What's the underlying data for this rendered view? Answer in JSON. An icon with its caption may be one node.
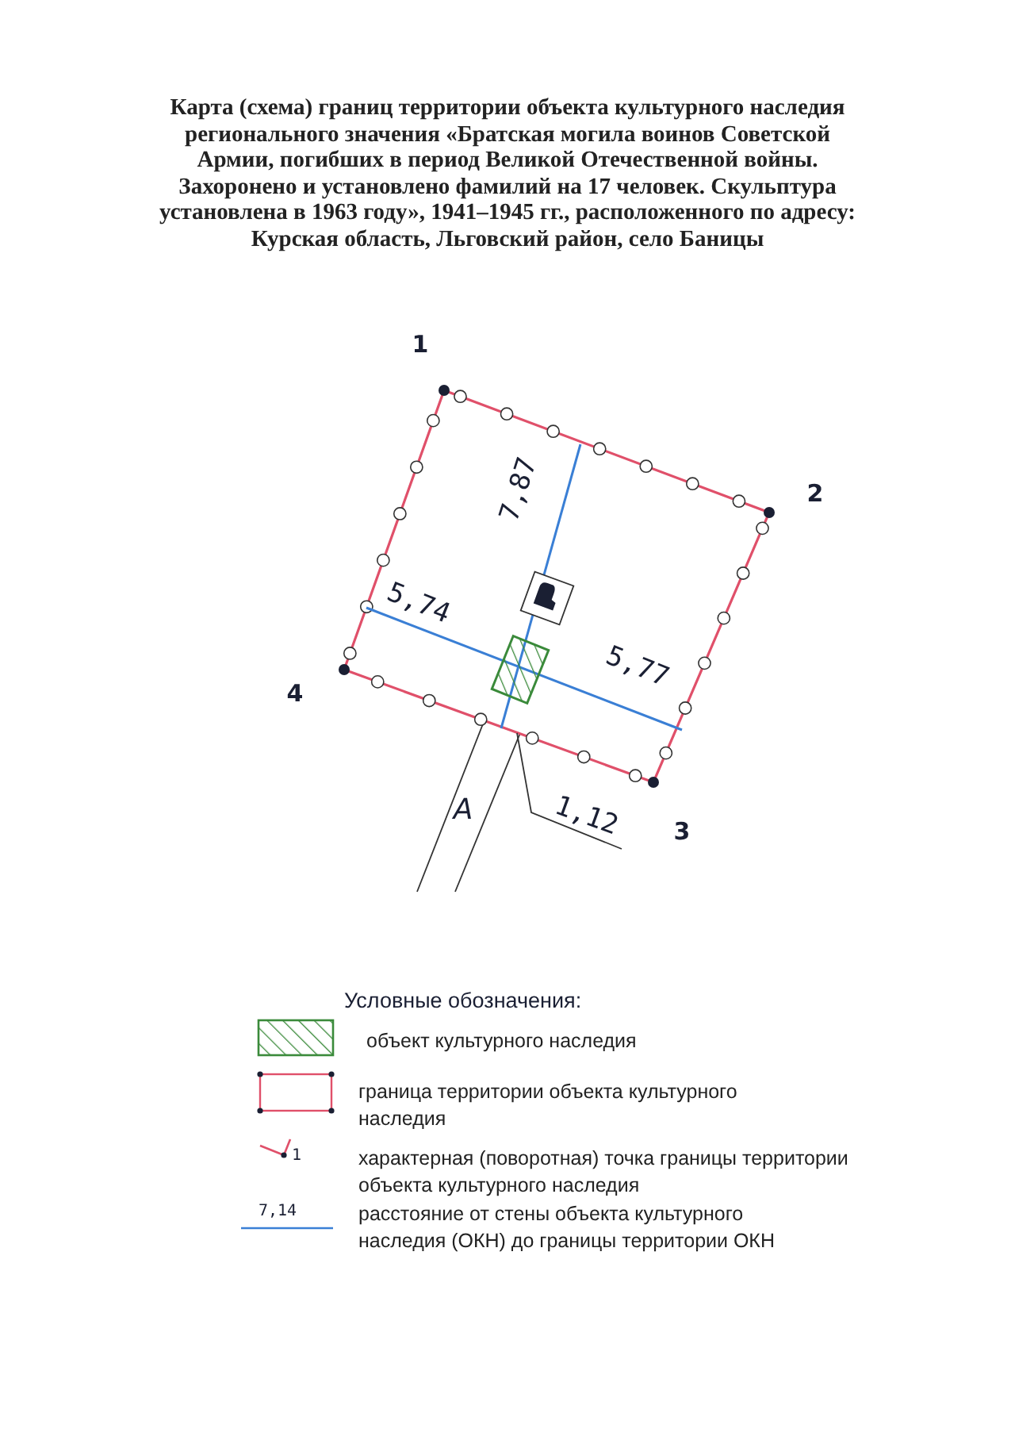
{
  "diagram": {
    "title": "Карта (схема) границ территории объекта культурного наследия регионального значения «Братская могила воинов Советской Армии, погибших в период Великой Отечественной войны. Захоронено и установлено фамилий на 17 человек. Скульптура установлена в 1963 году», 1941–1945 гг., расположенного по адресу: Курская область, Льговский район, село Баницы",
    "labels": [
      "1",
      "2",
      "7,87",
      "5,74",
      "4",
      "5,77",
      "A",
      "1,12",
      "3",
      "Условные обозначения:",
      "1",
      "7,14"
    ],
    "legend": [
      {
        "text": "объект культурного наследия"
      },
      {
        "text": "граница территории объекта культурного наследия"
      },
      {
        "text": "характерная (поворотная) точка границы территории объекта культурного наследия"
      },
      {
        "text": "расстояние от стены объекта культурного наследия (ОКН) до границы территории ОКН"
      }
    ]
  }
}
